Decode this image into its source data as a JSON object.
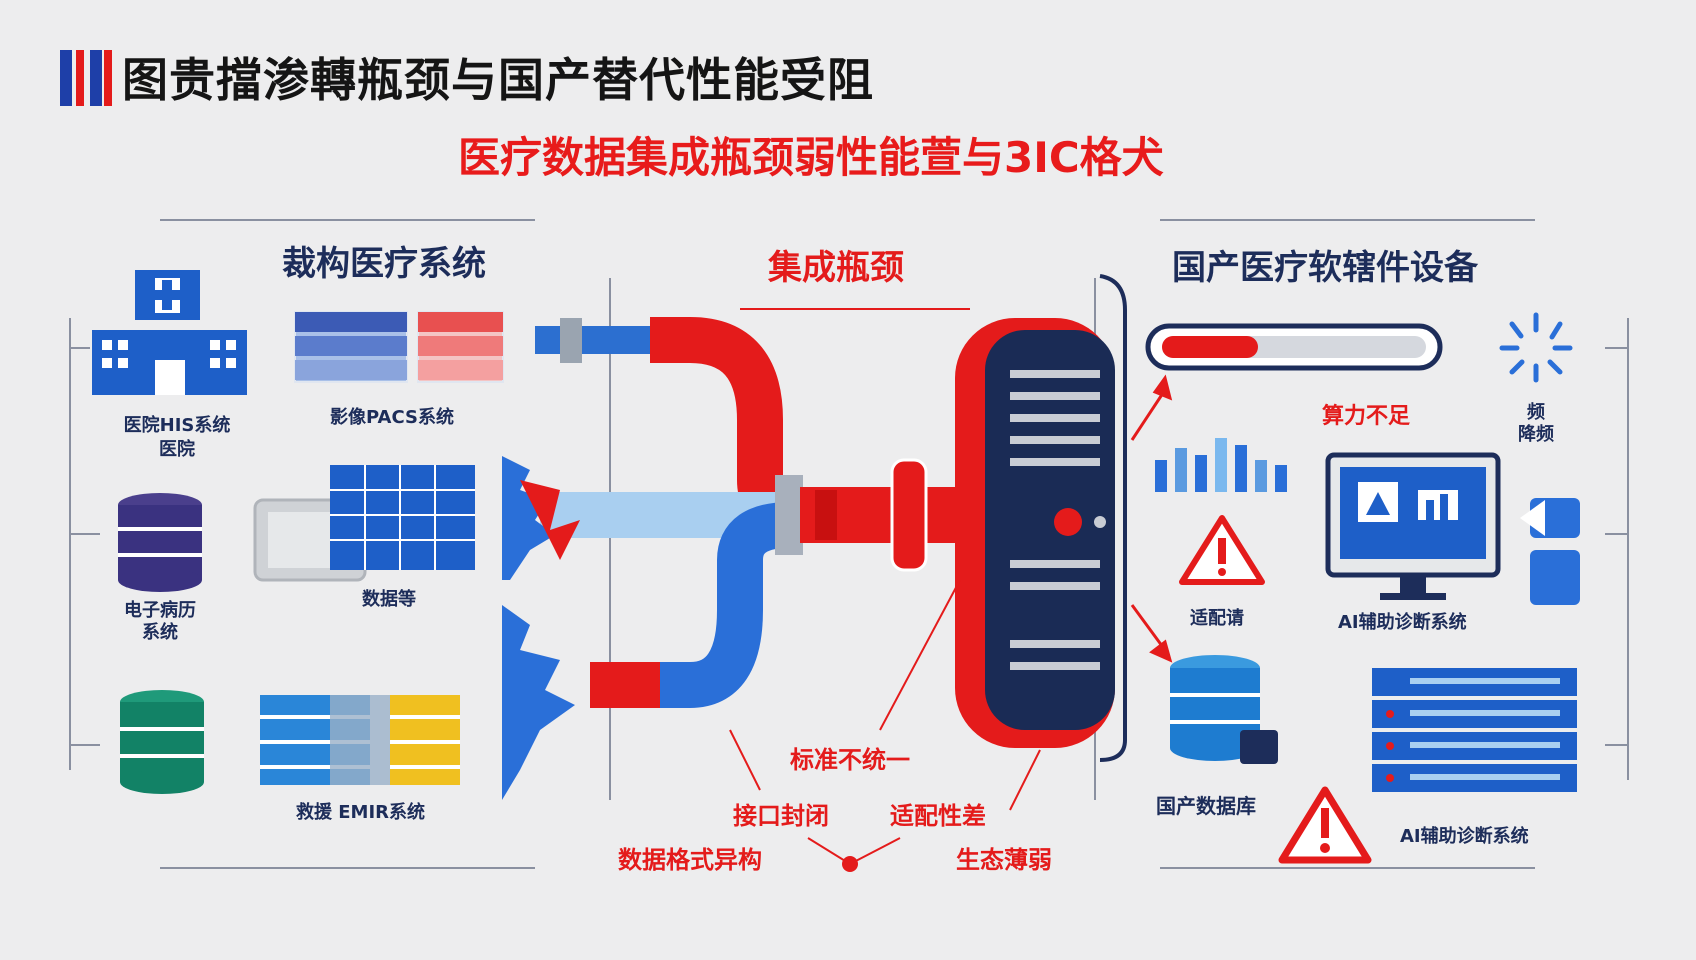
{
  "header": {
    "title": "图贵擋渗轉瓶颈与国产替代性能受阻",
    "subtitle": "医疗数据集成瓶颈弱性能萱与3IC格犬"
  },
  "sections": {
    "left": "裁构医疗系统",
    "middle": "集成瓶颈",
    "right": "国产医疗软辖件设备"
  },
  "left_items": {
    "his": "医院HIS系统\n医院",
    "pacs": "影像PACS系统",
    "emr": "电子病历\n系统",
    "data": "数据等",
    "emir": "救援 EMIR系统"
  },
  "bottleneck_labels": {
    "standard": "标准不统一",
    "interface": "接口封闭",
    "adapt": "适配性差",
    "format": "数据格式异构",
    "eco": "生态薄弱"
  },
  "right_items": {
    "compute": "算力不足",
    "freq": "频\n降频",
    "adapter": "适配请",
    "ai1": "AI辅助诊断系统",
    "db": "国产数据库",
    "ai2": "AI辅助诊断系统"
  },
  "colors": {
    "red": "#e81b1b",
    "blue": "#1e5fc8",
    "navy": "#1d2d5a",
    "light_blue": "#a9cff0"
  }
}
